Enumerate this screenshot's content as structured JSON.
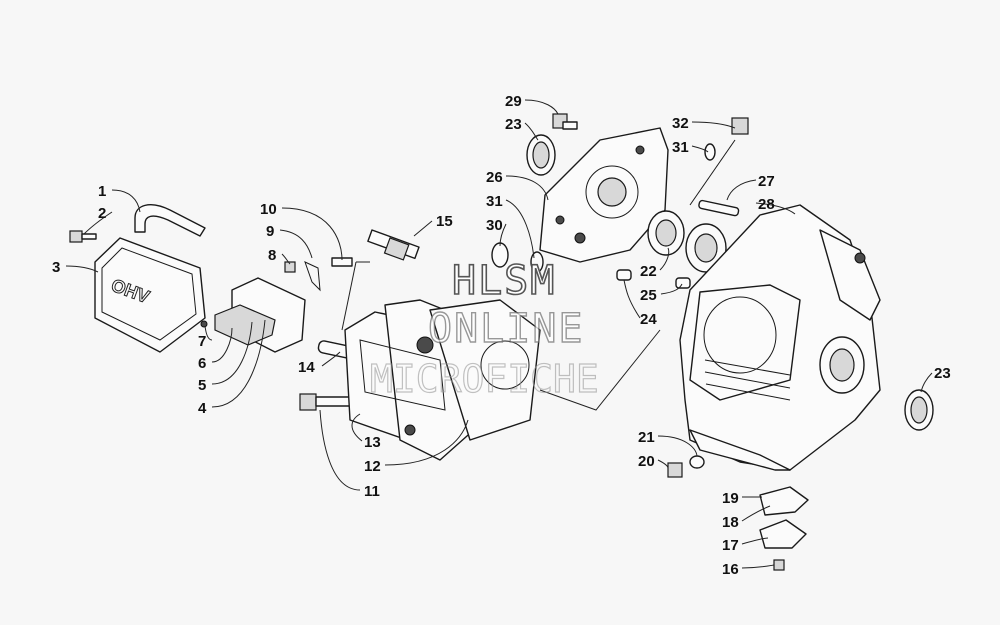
{
  "watermark": {
    "line1": "HLSM",
    "line2": "ONLINE",
    "line3": "MICROFICHE"
  },
  "cover_stamp": "OHV",
  "callouts": [
    {
      "id": "c1",
      "label": "1"
    },
    {
      "id": "c2",
      "label": "2"
    },
    {
      "id": "c3",
      "label": "3"
    },
    {
      "id": "c4",
      "label": "4"
    },
    {
      "id": "c5",
      "label": "5"
    },
    {
      "id": "c6",
      "label": "6"
    },
    {
      "id": "c7",
      "label": "7"
    },
    {
      "id": "c8",
      "label": "8"
    },
    {
      "id": "c9",
      "label": "9"
    },
    {
      "id": "c10",
      "label": "10"
    },
    {
      "id": "c11",
      "label": "11"
    },
    {
      "id": "c12",
      "label": "12"
    },
    {
      "id": "c13",
      "label": "13"
    },
    {
      "id": "c14",
      "label": "14"
    },
    {
      "id": "c15",
      "label": "15"
    },
    {
      "id": "c16",
      "label": "16"
    },
    {
      "id": "c17",
      "label": "17"
    },
    {
      "id": "c18",
      "label": "18"
    },
    {
      "id": "c19",
      "label": "19"
    },
    {
      "id": "c20",
      "label": "20"
    },
    {
      "id": "c21",
      "label": "21"
    },
    {
      "id": "c22",
      "label": "22"
    },
    {
      "id": "c23a",
      "label": "23"
    },
    {
      "id": "c23b",
      "label": "23"
    },
    {
      "id": "c24",
      "label": "24"
    },
    {
      "id": "c25",
      "label": "25"
    },
    {
      "id": "c26",
      "label": "26"
    },
    {
      "id": "c27",
      "label": "27"
    },
    {
      "id": "c28",
      "label": "28"
    },
    {
      "id": "c29",
      "label": "29"
    },
    {
      "id": "c30",
      "label": "30"
    },
    {
      "id": "c31a",
      "label": "31"
    },
    {
      "id": "c31b",
      "label": "31"
    },
    {
      "id": "c32",
      "label": "32"
    }
  ]
}
